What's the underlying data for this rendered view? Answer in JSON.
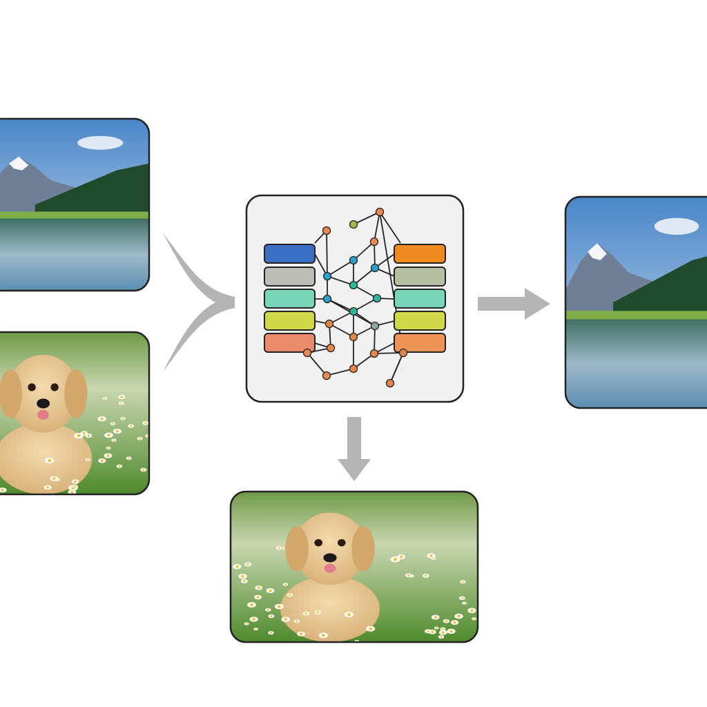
{
  "diagram": {
    "inputs": [
      {
        "name": "landscape-image",
        "subject": "mountain-lake"
      },
      {
        "name": "puppy-image",
        "subject": "golden-puppy-in-daisies"
      }
    ],
    "model": {
      "icon": "neural-network-icon",
      "left_bar_colors": [
        "#3a6fc4",
        "#bdbdb8",
        "#79d6b8",
        "#cfd94a",
        "#e98a6c"
      ],
      "right_bar_colors": [
        "#f28a22",
        "#b7bfa3",
        "#79d6b8",
        "#cfd94a",
        "#ec9556"
      ],
      "node_colors": [
        "#e98a52",
        "#a9b84a",
        "#2a9fc8",
        "#2fb59a",
        "#e2874a",
        "#8fa89a"
      ],
      "box_fill": "#f1f1f1",
      "stroke": "#222222"
    },
    "outputs": [
      {
        "name": "output-landscape-image",
        "subject": "mountain-lake"
      },
      {
        "name": "output-puppy-image",
        "subject": "golden-puppy-in-daisies"
      }
    ],
    "arrows": {
      "color": "#b4b4b4",
      "icons": [
        "merge-arrow-icon",
        "arrow-right-icon",
        "arrow-down-icon"
      ]
    }
  }
}
